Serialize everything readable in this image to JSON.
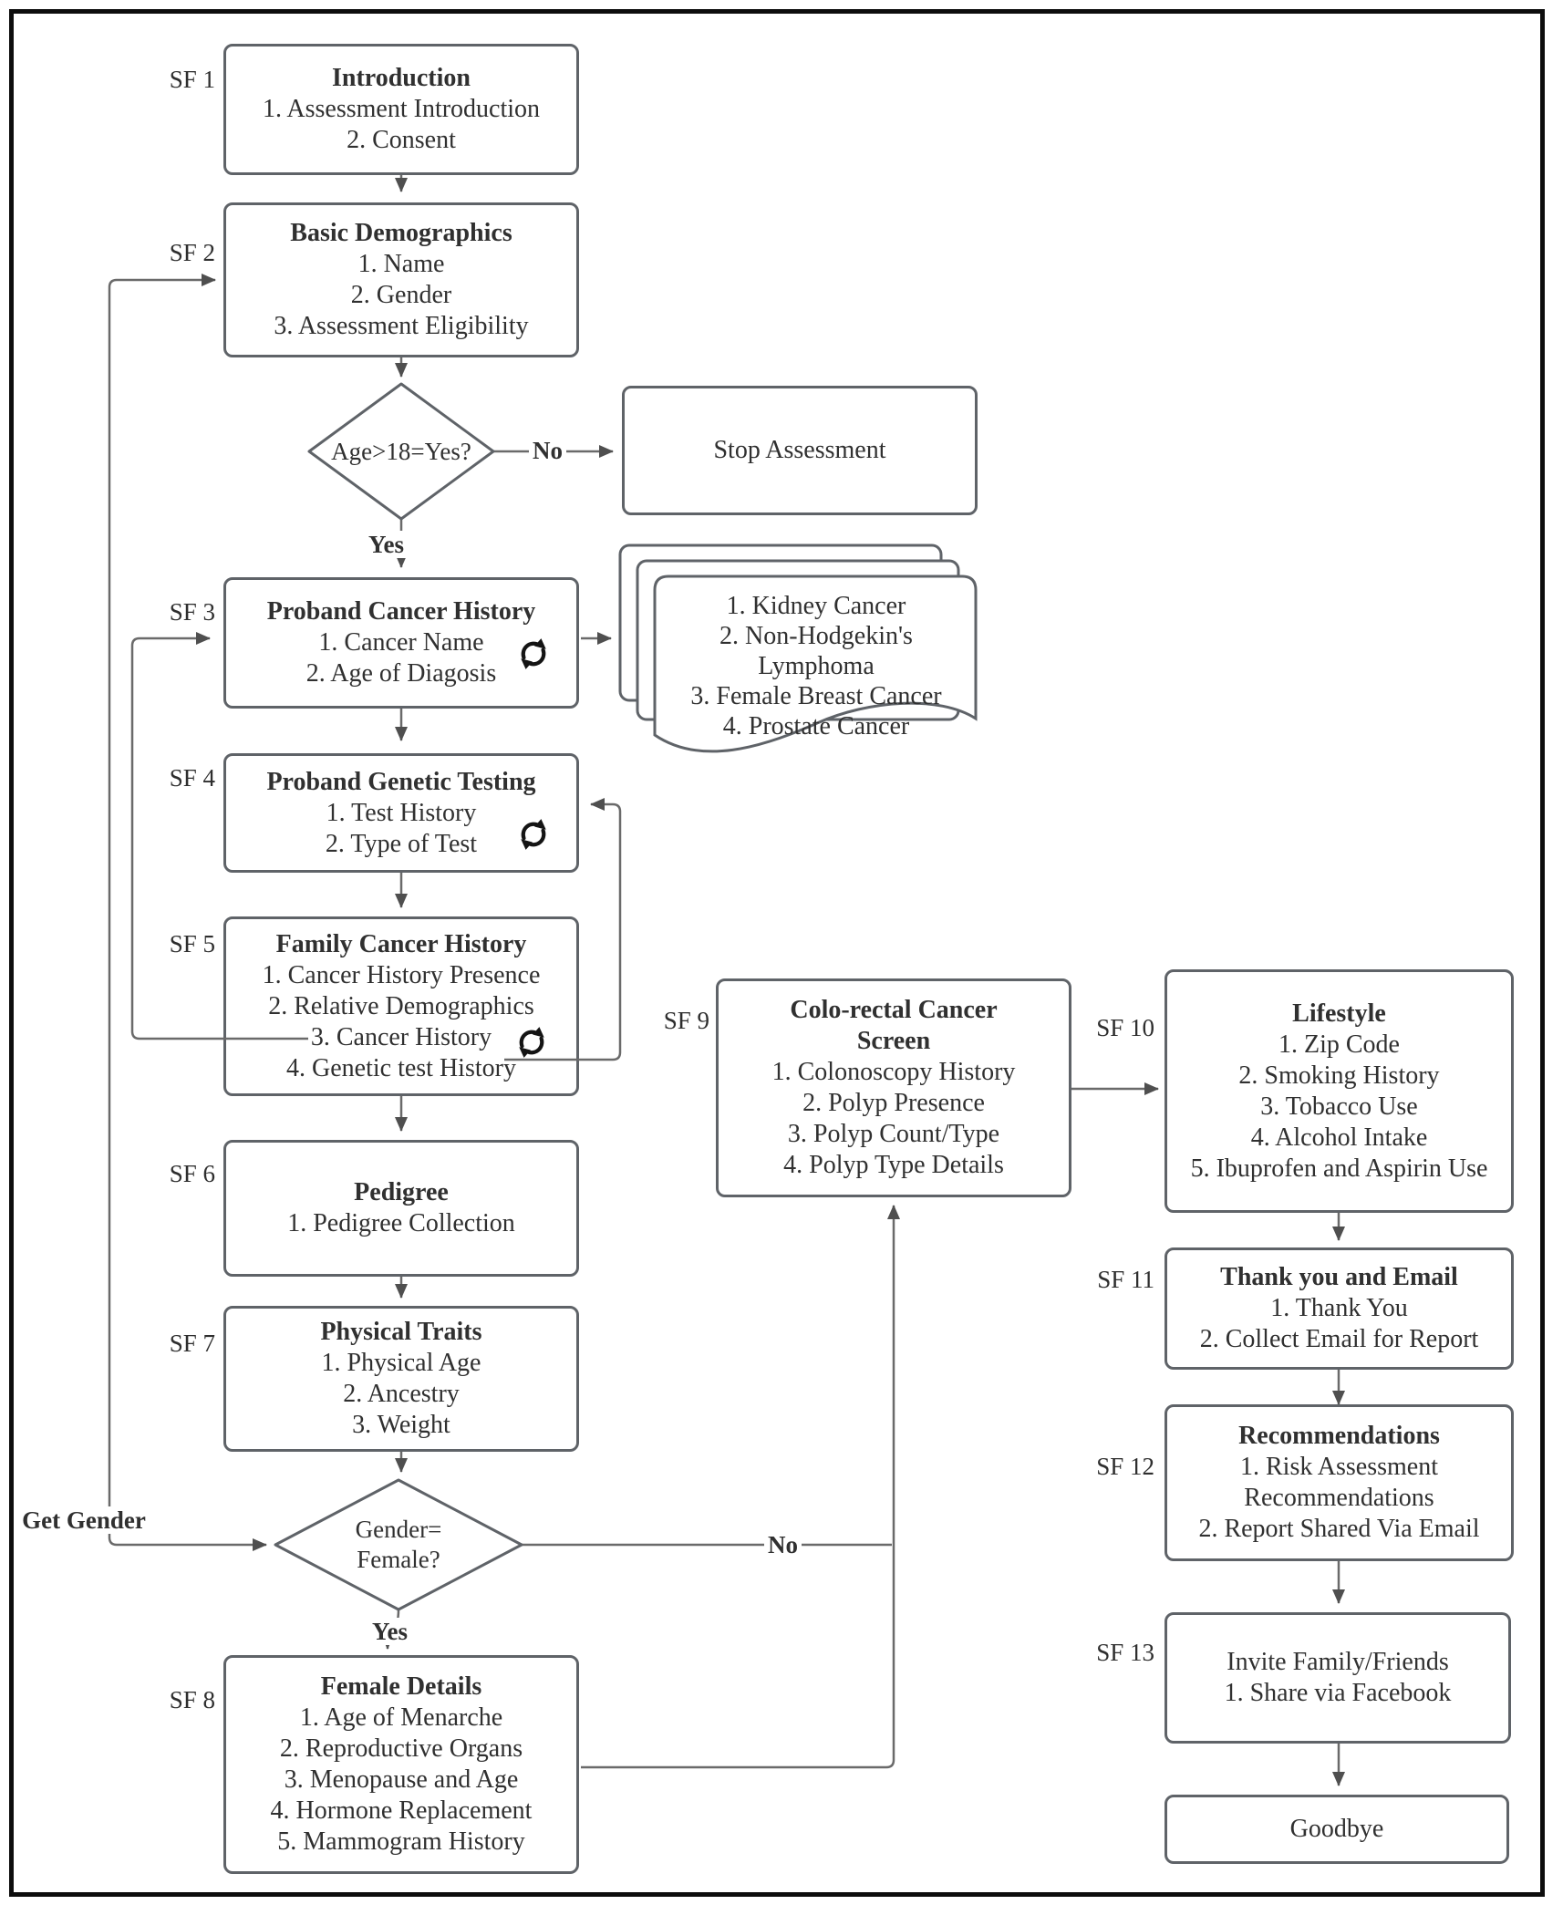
{
  "colors": {
    "background": "#ffffff",
    "frame": "#0d0d0d",
    "box_border": "#5f6368",
    "text": "#303030",
    "connector": "#6a6a6a",
    "arrowhead": "#4f4f4f",
    "refresh_icon": "#141414"
  },
  "labels": {
    "sf1": "SF 1",
    "sf2": "SF 2",
    "sf3": "SF 3",
    "sf4": "SF 4",
    "sf5": "SF 5",
    "sf6": "SF 6",
    "sf7": "SF 7",
    "sf8": "SF 8",
    "sf9": "SF 9",
    "sf10": "SF 10",
    "sf11": "SF 11",
    "sf12": "SF 12",
    "sf13": "SF 13"
  },
  "edge_labels": {
    "age_no": "No",
    "age_yes": "Yes",
    "gender_no": "No",
    "gender_yes": "Yes",
    "get_gender": "Get Gender"
  },
  "nodes": {
    "introduction": {
      "title": "Introduction",
      "items": [
        "1. Assessment Introduction",
        "2. Consent"
      ]
    },
    "basic_demographics": {
      "title": "Basic Demographics",
      "items": [
        "1. Name",
        "2. Gender",
        "3. Assessment Eligibility"
      ]
    },
    "age_check": {
      "question": "Age>18=Yes?"
    },
    "stop_assessment": {
      "label": "Stop Assessment"
    },
    "proband_cancer_history": {
      "title": "Proband Cancer History",
      "items": [
        "1. Cancer Name",
        "2. Age of Diagosis"
      ]
    },
    "cancer_examples": {
      "items": [
        "1. Kidney Cancer",
        "2. Non-Hodgekin's Lymphoma",
        "3. Female Breast Cancer",
        "4. Prostate Cancer"
      ]
    },
    "proband_genetic_testing": {
      "title": "Proband Genetic Testing",
      "items": [
        "1. Test History",
        "2. Type of Test"
      ]
    },
    "family_cancer_history": {
      "title": "Family Cancer History",
      "items": [
        "1. Cancer History Presence",
        "2. Relative Demographics",
        "3. Cancer History",
        "4. Genetic test History"
      ]
    },
    "pedigree": {
      "title": "Pedigree",
      "items": [
        "1. Pedigree Collection"
      ]
    },
    "physical_traits": {
      "title": "Physical Traits",
      "items": [
        "1. Physical Age",
        "2. Ancestry",
        "3. Weight"
      ]
    },
    "gender_check": {
      "question_line1": "Gender=",
      "question_line2": "Female?"
    },
    "female_details": {
      "title": "Female Details",
      "items": [
        "1. Age of Menarche",
        "2. Reproductive Organs",
        "3. Menopause and Age",
        "4. Hormone Replacement",
        "5. Mammogram History"
      ]
    },
    "colorectal_screen": {
      "title_line1": "Colo-rectal Cancer",
      "title_line2": "Screen",
      "items": [
        "1. Colonoscopy History",
        "2. Polyp Presence",
        "3. Polyp Count/Type",
        "4. Polyp Type Details"
      ]
    },
    "lifestyle": {
      "title": "Lifestyle",
      "items": [
        "1. Zip Code",
        "2. Smoking History",
        "3. Tobacco Use",
        "4. Alcohol Intake",
        "5. Ibuprofen and Aspirin Use"
      ]
    },
    "thank_you_email": {
      "title": "Thank you and Email",
      "items": [
        "1. Thank You",
        "2. Collect Email for Report"
      ]
    },
    "recommendations": {
      "title": "Recommendations",
      "items": [
        "1. Risk Assessment Recommendations",
        "2. Report Shared Via Email"
      ]
    },
    "invite_family_friends": {
      "line1": "Invite Family/Friends",
      "line2": "1. Share via Facebook"
    },
    "goodbye": {
      "label": "Goodbye"
    }
  }
}
